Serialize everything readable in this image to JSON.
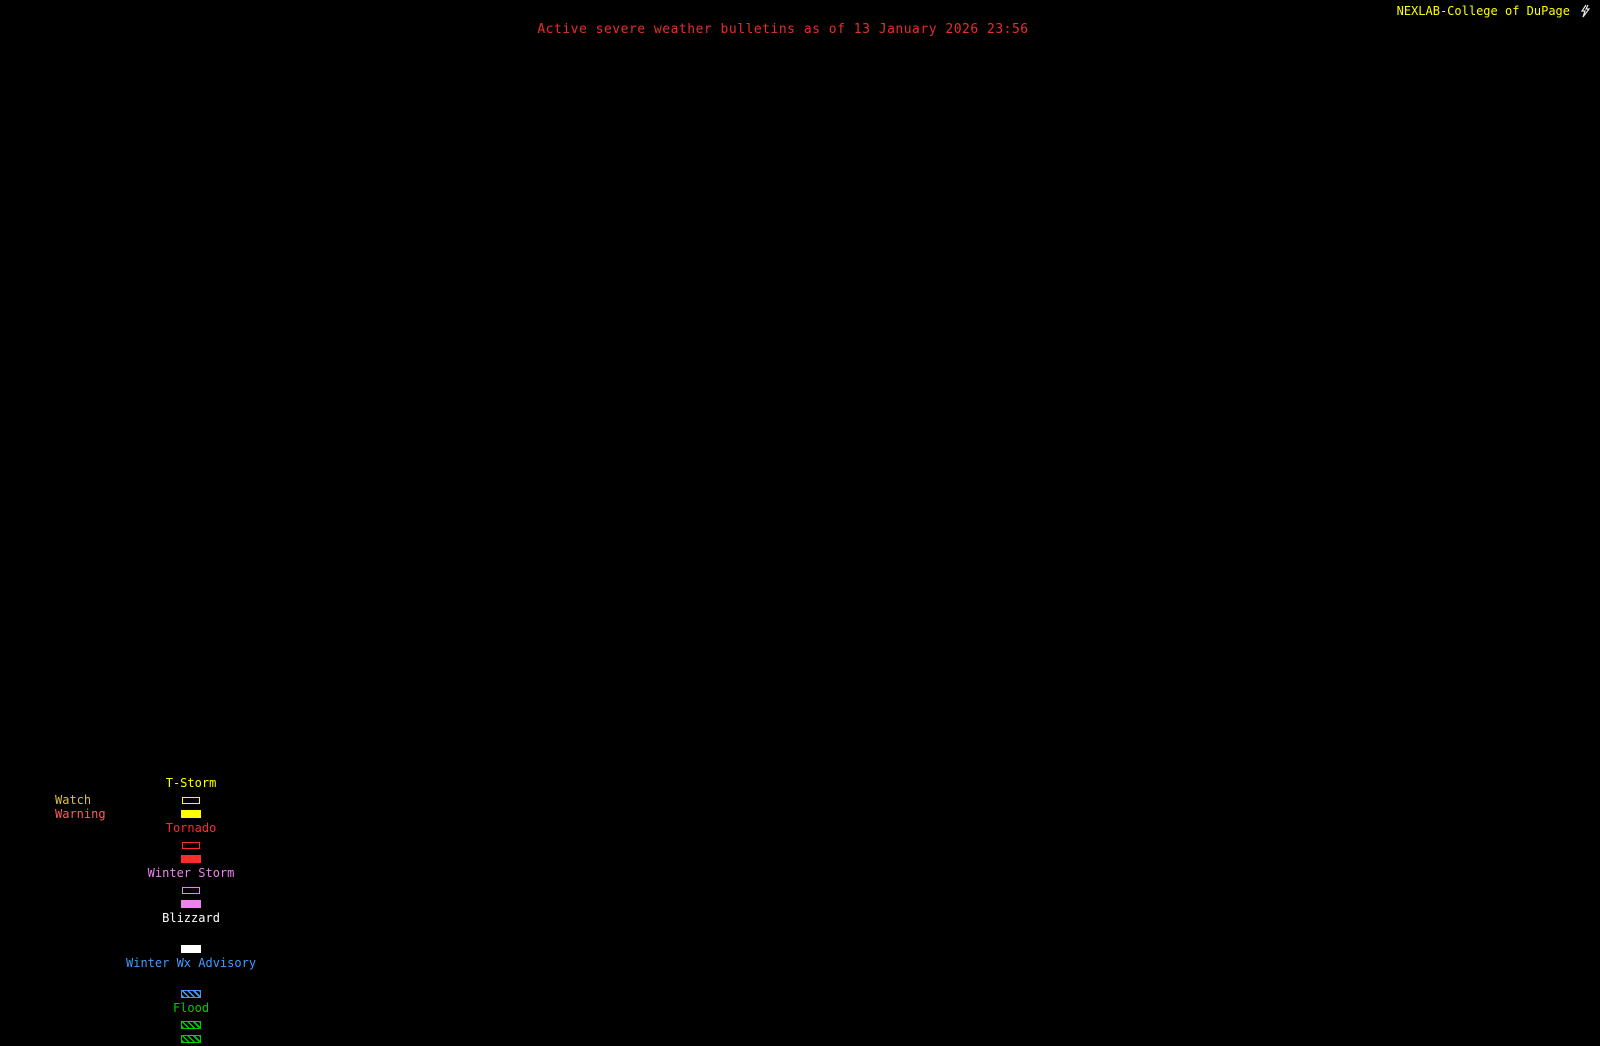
{
  "colors": {
    "background": "#000000",
    "title": "#e62e2e",
    "brand": "#ffff00",
    "logo": "#e8e8e8"
  },
  "header": {
    "title": "Active severe weather bulletins as of 13 January 2026 23:56",
    "brand": "NEXLAB-College of DuPage"
  },
  "legend": {
    "row_labels": [
      {
        "label": "Watch",
        "color": "#d9c04e"
      },
      {
        "label": "Warning",
        "color": "#ff5c5c"
      }
    ],
    "columns": [
      {
        "label": "T-Storm",
        "color": "#ffff00",
        "watch": "outline",
        "warning": "fill"
      },
      {
        "label": "Tornado",
        "color": "#ff2a2a",
        "watch": "outline",
        "warning": "fill"
      },
      {
        "label": "Winter Storm",
        "color": "#ee82ee",
        "watch": "outline",
        "warning": "fill"
      },
      {
        "label": "Blizzard",
        "color": "#ffffff",
        "watch": "none",
        "warning": "fill"
      },
      {
        "label": "Winter Wx Advisory",
        "color": "#4499ff",
        "watch": "none",
        "warning": "hatch"
      },
      {
        "label": "Flood",
        "color": "#00cc00",
        "watch": "hatch",
        "warning": "hatch"
      }
    ]
  }
}
